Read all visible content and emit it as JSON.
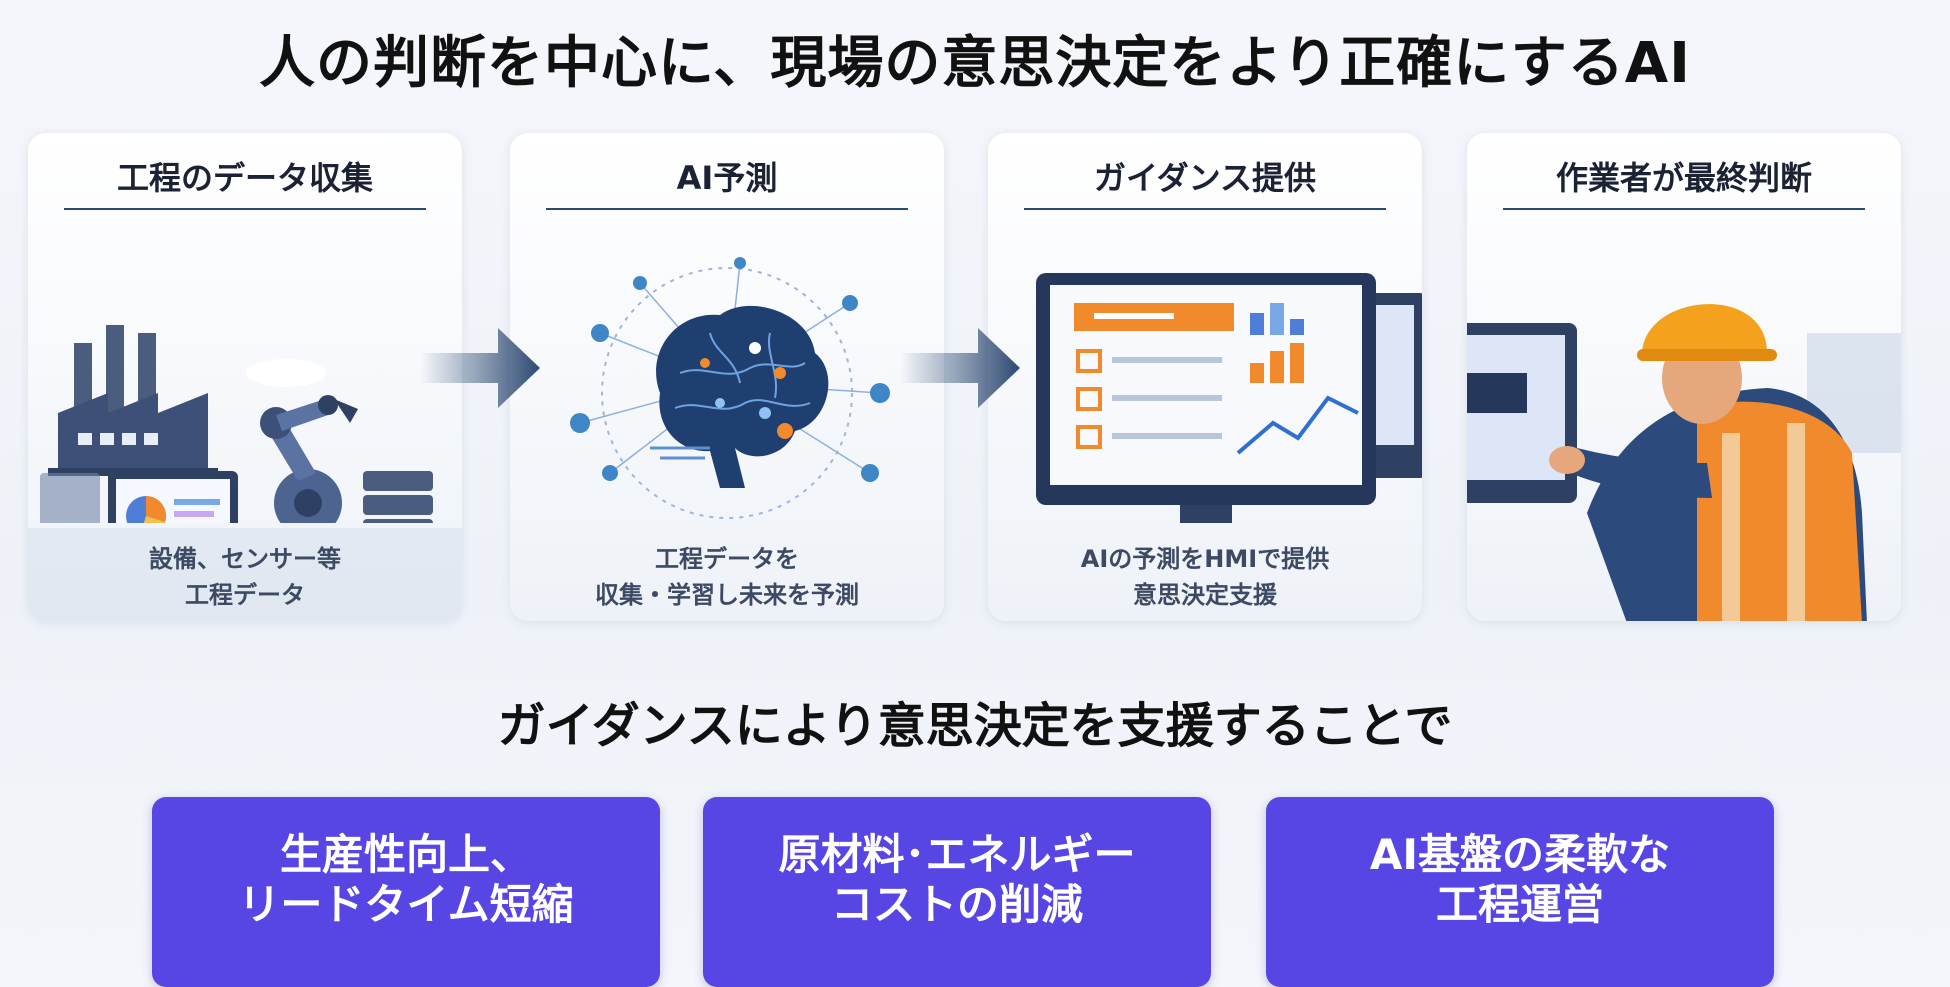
{
  "title": "人の判断を中心に、現場の意思決定をより正確にするAI",
  "steps": [
    {
      "heading": "工程のデータ収集",
      "caption": [
        "設備、センサー等",
        "工程データ"
      ]
    },
    {
      "heading": "AI予測",
      "caption": [
        "工程データを",
        "収集・学習し未来を予測"
      ]
    },
    {
      "heading": "ガイダンス提供",
      "caption": [
        "AIの予測をHMIで提供",
        "意思決定支援"
      ]
    },
    {
      "heading": "作業者が最終判断",
      "caption": []
    }
  ],
  "subtitle": "ガイダンスにより意思決定を支援することで",
  "benefits": [
    {
      "lines": [
        "生産性向上、",
        "リードタイム短縮"
      ]
    },
    {
      "lines": [
        "原材料･エネルギー",
        "コストの削減"
      ]
    },
    {
      "lines": [
        "AI基盤の柔軟な",
        "工程運営"
      ]
    }
  ],
  "colors": {
    "navy": "#2d4a72",
    "accent_orange": "#f08a2c",
    "benefit_purple": "#5746e3"
  },
  "icons": [
    "factory-icon",
    "robot-arm-icon",
    "brain-network-icon",
    "monitor-dashboard-icon",
    "worker-helmet-icon",
    "arrow-right-icon"
  ]
}
